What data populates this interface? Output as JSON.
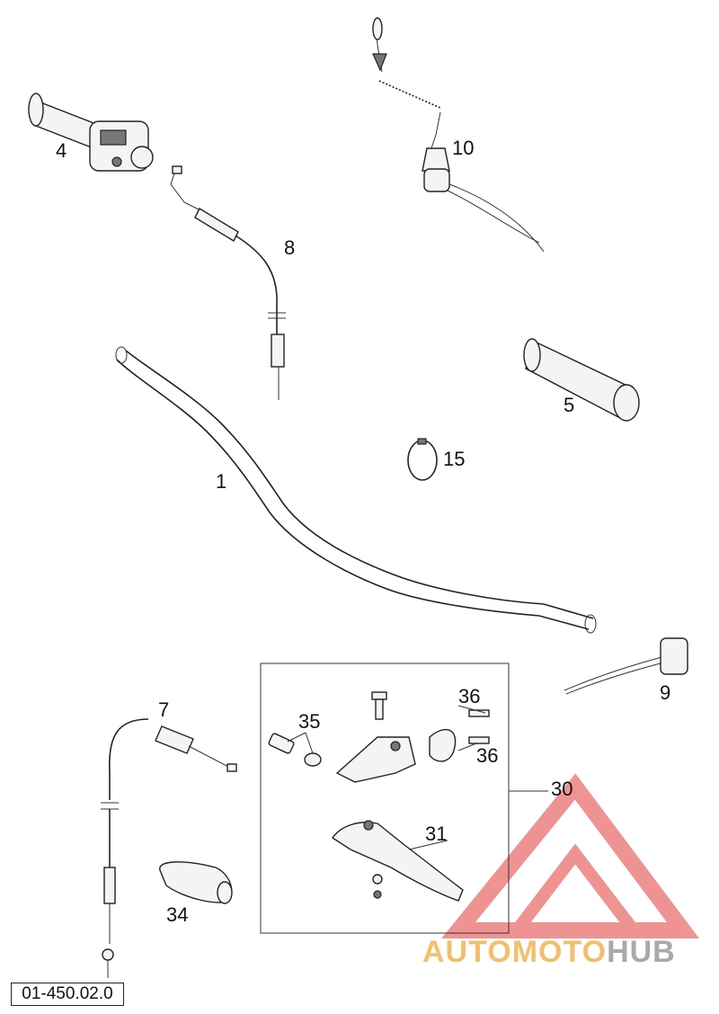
{
  "diagram": {
    "callouts": {
      "c1": "1",
      "c4": "4",
      "c5": "5",
      "c7": "7",
      "c8": "8",
      "c9": "9",
      "c10": "10",
      "c15": "15",
      "c30": "30",
      "c31": "31",
      "c34": "34",
      "c35": "35",
      "c36a": "36",
      "c36b": "36"
    },
    "drawing_code": "01-450.02.0"
  },
  "watermark": {
    "part_a": "AUTOMOTO",
    "part_b": "HUB",
    "colors": {
      "triangle": "#e23a3a",
      "text_a": "#f0aa3c",
      "text_b": "#8c8c8c"
    }
  }
}
